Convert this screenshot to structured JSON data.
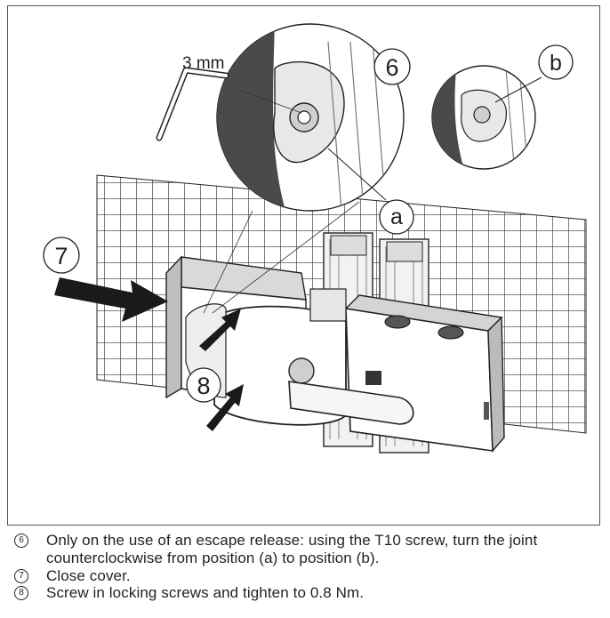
{
  "figure": {
    "wrench_size": "3 mm",
    "callouts": {
      "six": "6",
      "seven": "7",
      "eight": "8",
      "a": "a",
      "b": "b"
    }
  },
  "steps": [
    {
      "number": "6",
      "text": "Only on the use of an escape release: using the T10 screw, turn the joint counterclockwise from position (a) to position (b)."
    },
    {
      "number": "7",
      "text": "Close cover."
    },
    {
      "number": "8",
      "text": "Screw in locking screws and tighten to 0.8 Nm."
    }
  ]
}
